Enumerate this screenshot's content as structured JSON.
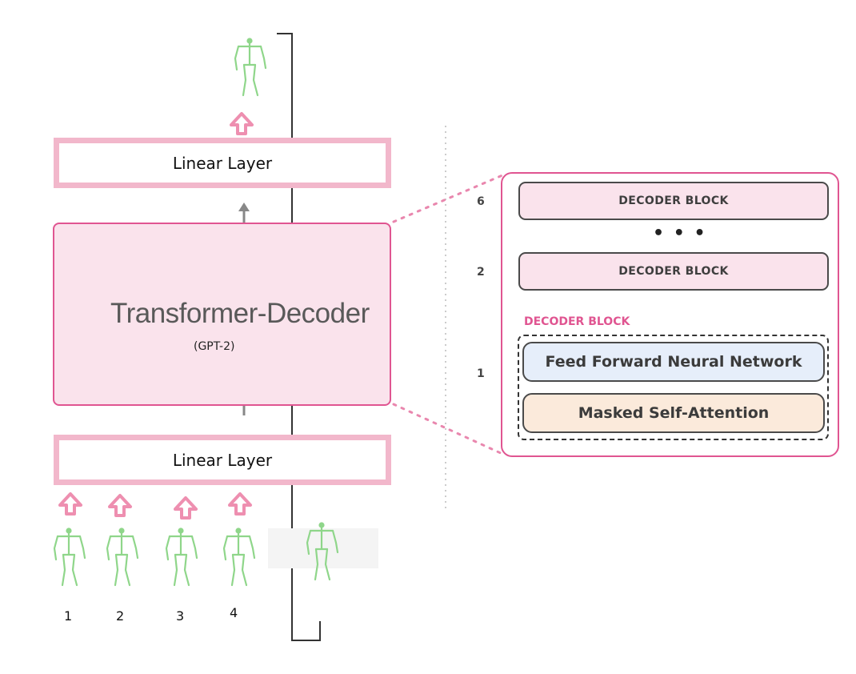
{
  "left_diagram": {
    "top_linear_label": "Linear Layer",
    "bottom_linear_label": "Linear Layer",
    "decoder_title": "Transformer-Decoder",
    "decoder_subtitle": "(GPT-2)",
    "input_token_labels": [
      "1",
      "2",
      "3",
      "4"
    ]
  },
  "right_panel": {
    "layer_numbers": [
      "6",
      "2",
      "1"
    ],
    "decoder_block_label": "DECODER BLOCK",
    "ellipsis": "• • •",
    "expanded_block_label": "DECODER BLOCK",
    "ffn_label": "Feed Forward Neural Network",
    "attention_label": "Masked Self-Attention"
  },
  "colors": {
    "pink_border": "#e05591",
    "pink_light": "#f2b7cb",
    "pink_fill": "#fae3ec",
    "ffn_fill": "#e6eefa",
    "attention_fill": "#fbeadb",
    "figure_green": "#8fd68a"
  },
  "icons": [
    "stick-figure-icon",
    "up-arrow-icon"
  ]
}
